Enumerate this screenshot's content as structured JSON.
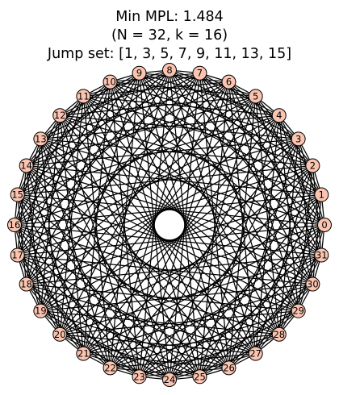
{
  "title": {
    "line1": "Min MPL: 1.484",
    "line2": "(N = 32, k = 16)",
    "line3": "Jump set: [1, 3, 5, 7, 9, 11, 13, 15]"
  },
  "graph": {
    "type": "circulant",
    "node_count": 32,
    "jumps": [
      1,
      3,
      5,
      7,
      9,
      11,
      13,
      15
    ],
    "node_labels": [
      "0",
      "1",
      "2",
      "3",
      "4",
      "5",
      "6",
      "7",
      "8",
      "9",
      "10",
      "11",
      "12",
      "13",
      "14",
      "15",
      "16",
      "17",
      "18",
      "19",
      "20",
      "21",
      "22",
      "23",
      "24",
      "25",
      "26",
      "27",
      "28",
      "29",
      "30",
      "31"
    ],
    "node_fill_color": "#fbc4b1",
    "node_edge_color": "#000000",
    "edge_color": "#000000",
    "background_color": "#ffffff"
  }
}
